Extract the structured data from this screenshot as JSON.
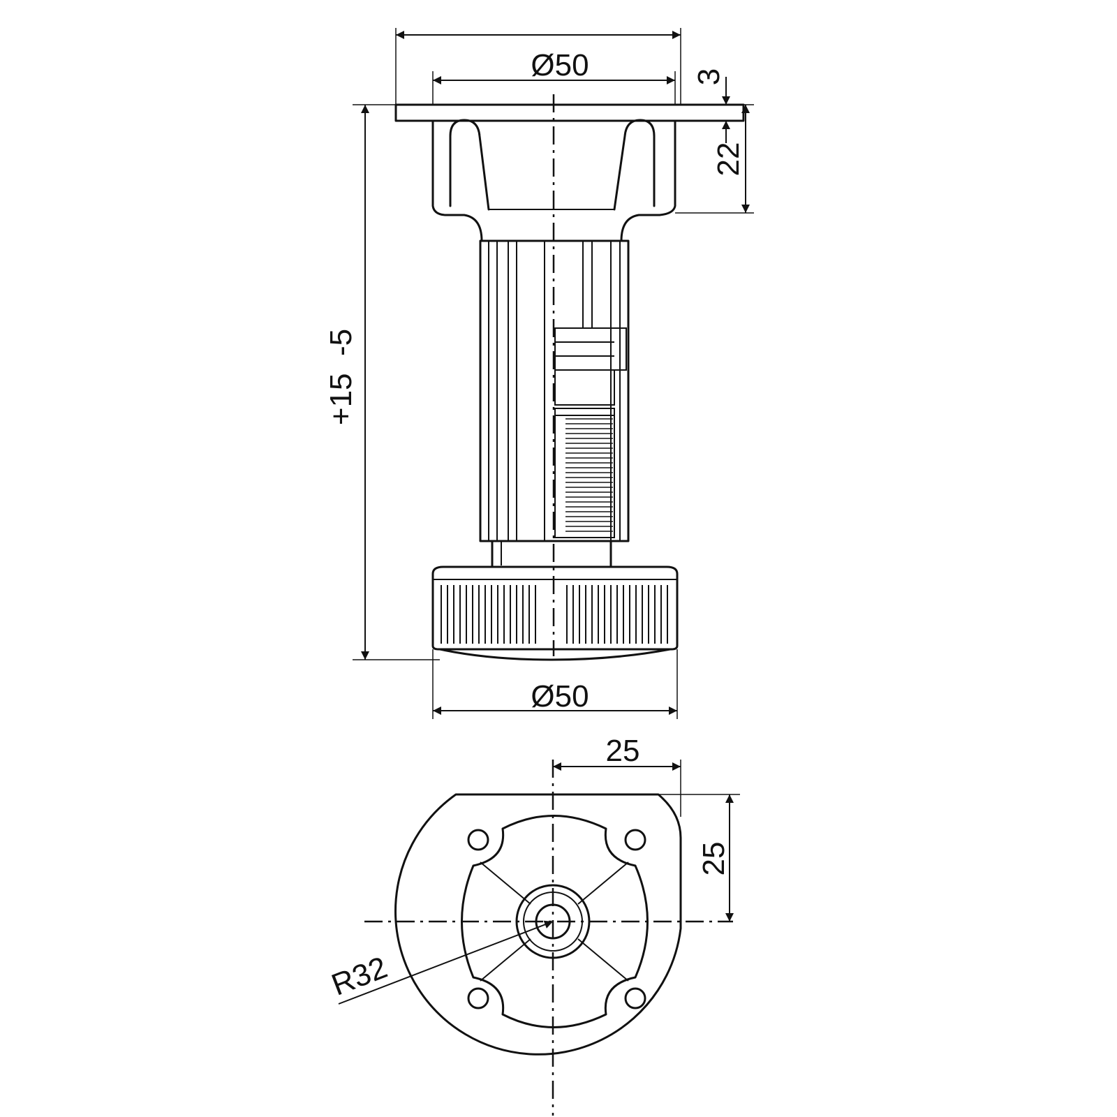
{
  "dimensions": {
    "top_diameter": "Ø50",
    "plate_thickness": "3",
    "bracket_height": "22",
    "height_adjustment": "+15  -5",
    "base_diameter": "Ø50",
    "hole_offset_x": "25",
    "hole_offset_y": "25",
    "plate_radius": "R32"
  }
}
